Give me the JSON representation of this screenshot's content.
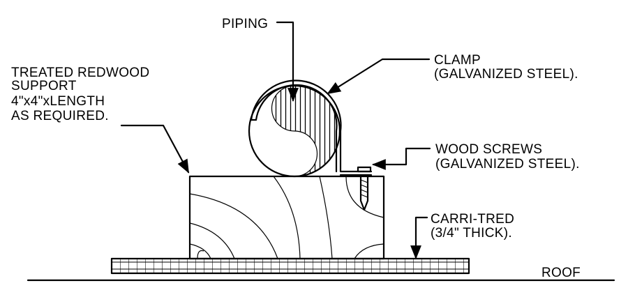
{
  "labels": {
    "piping": "PIPING",
    "clamp": [
      "CLAMP",
      "(GALVANIZED STEEL)."
    ],
    "support": [
      "TREATED REDWOOD",
      "SUPPORT",
      "4\"x4\"xLENGTH",
      "AS REQUIRED."
    ],
    "screws": [
      "WOOD SCREWS",
      "(GALVANIZED STEEL)."
    ],
    "carri": [
      "CARRI-TRED",
      "(3/4\" THICK)."
    ],
    "roof": "ROOF"
  }
}
